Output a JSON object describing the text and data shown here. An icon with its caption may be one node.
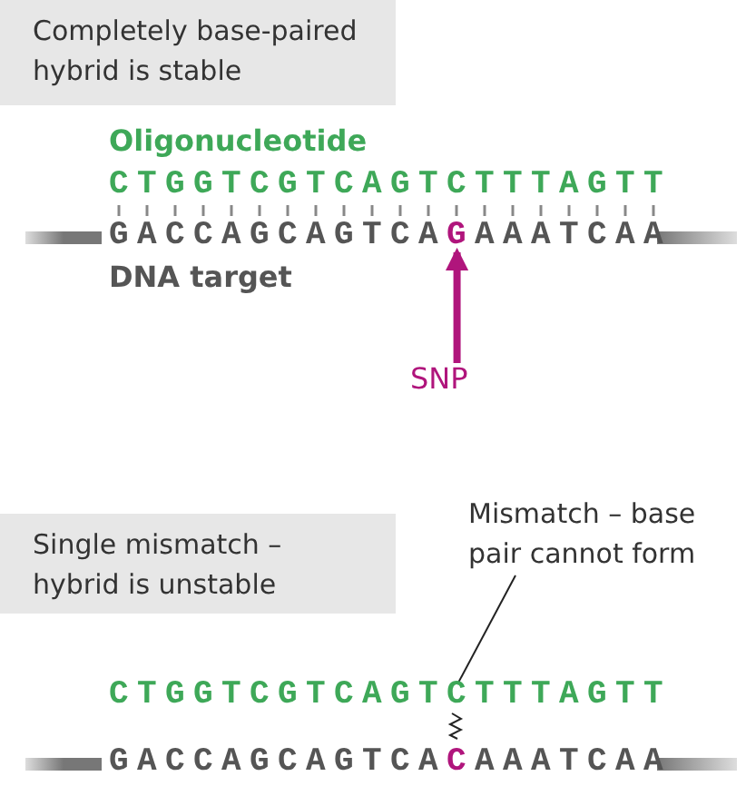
{
  "diagram": {
    "nodes": [
      {
        "text": [
          "Completely base-paired hybrid is stable"
        ]
      },
      {
        "text": [
          "GACCAGCAGTCA",
          "G",
          "AAATCAA"
        ]
      },
      {
        "text": [
          "SNP"
        ]
      },
      {
        "text": [
          "Single mismatch – hybrid is unstable"
        ]
      },
      {
        "text": [
          "Mismatch – base pair cannot form"
        ]
      },
      {
        "text": [
          "CTGGTCGTCAGTCTTTAGTT"
        ]
      },
      {
        "text": [
          "GACCAGCAGTCA",
          "C",
          "AAATCAA"
        ]
      }
    ],
    "edges": [
      {
        "from": 2,
        "to": 1,
        "arrow": "to",
        "style": "thick",
        "color": "#b0157c"
      },
      {
        "from": 4,
        "to": 5,
        "arrow": "none",
        "color": "#222222"
      }
    ],
    "labels": [
      "Oligonucleotide",
      "CTGGTCGTCAGTCTTTAGTT",
      "DNA target"
    ]
  }
}
